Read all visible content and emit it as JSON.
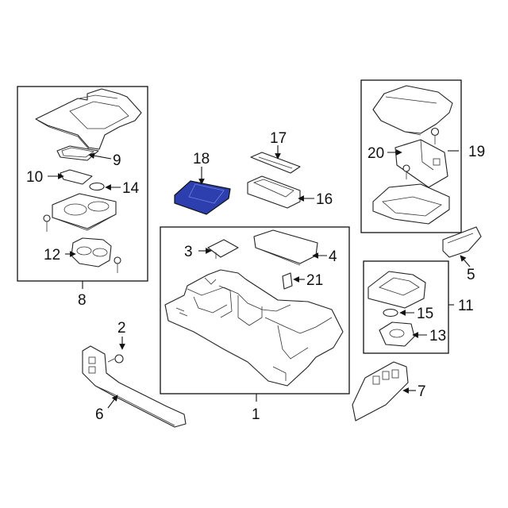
{
  "highlight_color": "#2d3fae",
  "callouts": {
    "c1": "1",
    "c2": "2",
    "c3": "3",
    "c4": "4",
    "c5": "5",
    "c6": "6",
    "c7": "7",
    "c8": "8",
    "c9": "9",
    "c10": "10",
    "c11": "11",
    "c12": "12",
    "c13": "13",
    "c14": "14",
    "c15": "15",
    "c16": "16",
    "c17": "17",
    "c18": "18",
    "c19": "19",
    "c20": "20",
    "c21": "21"
  }
}
